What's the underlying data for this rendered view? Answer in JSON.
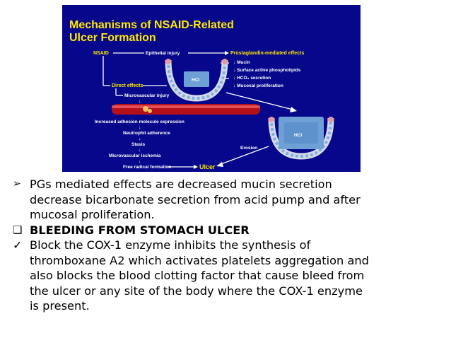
{
  "figure": {
    "title_line1": "Mechanisms of NSAID-Related",
    "title_line2": "Ulcer Formation",
    "labels": {
      "nsaid": "NSAID",
      "epithelial_injury": "Epithelial injury",
      "pg_effects": "Prostaglandin-mediated effects",
      "mucin": "Mucin",
      "phospholipids": "Surface active phospholipids",
      "hco3": "HCO₃ secretion",
      "mucosal_prolif": "Mucosal proliferation",
      "direct_effects": "Direct effects",
      "microvascular_injury": "Microvascular injury",
      "adhesion": "Increased adhesion molecule expression",
      "neutrophil": "Neutrophil adherence",
      "stasis": "Stasis",
      "ischemia": "Microvascular ischemia",
      "free_radical": "Free radical formation",
      "ulcer": "Ulcer",
      "erosion": "Erosion",
      "hcl1": "HCl",
      "hcl2": "HCl"
    }
  },
  "bullets": [
    {
      "marker": "➢",
      "style": "normal",
      "lines": [
        "PGs mediated effects are decreased mucin secretion",
        "decrease bicarbonate secretion from acid pump and after",
        "mucosal proliferation."
      ]
    },
    {
      "marker": "❑",
      "style": "bold",
      "lines": [
        "BLEEDING FROM STOMACH ULCER"
      ]
    },
    {
      "marker": "✓",
      "style": "normal",
      "lines": [
        "Block the COX-1 enzyme inhibits the synthesis of",
        "thromboxane A2 which activates platelets aggregation and",
        "also blocks the blood clotting factor that cause bleed from",
        "the ulcer or any site of the body where the COX-1 enzyme",
        "is present."
      ]
    }
  ]
}
